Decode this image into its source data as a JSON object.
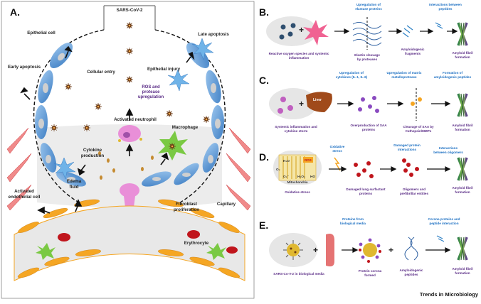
{
  "panelA": {
    "letter": "A.",
    "virus_label": "SARS-CoV-2",
    "epithelial_cell": "Epithelial cell",
    "late_apoptosis": "Late apoptosis",
    "early_apoptosis": "Early apoptosis",
    "cellular_entry": "Cellular entry",
    "epithelial_injury": "Epithelial injury",
    "ros_line1": "ROS and",
    "ros_line2": "protease",
    "ros_line3": "upregulation",
    "activated_neutrophil": "Activated neutrophil",
    "macrophage": "Macrophage",
    "cytokine_line1": "Cytokine",
    "cytokine_line2": "production",
    "edema_line1": "Edema",
    "edema_line2": "fluid",
    "activated_endo_line1": "Activated",
    "activated_endo_line2": "endothelial cell",
    "fibroblast_line1": "Fibroblast",
    "fibroblast_line2": "proliferation",
    "capillary": "Capillary",
    "erythrocyte": "Erythrocyte"
  },
  "panelB": {
    "letter": "B.",
    "top1_line1": "Upregulation of",
    "top1_line2": "elastase proteins",
    "top2_line1": "Interactions between",
    "top2_line2": "peptides",
    "bot1_line1": "Reactive oxygen species and systemic",
    "bot1_line2": "inflammation",
    "bot2_line1": "Elastin cleavage",
    "bot2_line2": "by proteases",
    "bot3_line1": "Amyloidogenic",
    "bot3_line2": "fragments",
    "bot4_line1": "Amyloid fibril",
    "bot4_line2": "formation"
  },
  "panelC": {
    "letter": "C.",
    "liver": "Liver",
    "top1_line1": "Upregulation of",
    "top1_line2": "cytokines (IL-1, IL-6)",
    "top2_line1": "Upregulation of matrix",
    "top2_line2": "metalloprotease",
    "top3_line1": "Formation of",
    "top3_line2": "amyloidogenic peptides",
    "bot1_line1": "Systemic inflammation and",
    "bot1_line2": "cytokine storm",
    "bot2_line1": "Overproduction of SAA",
    "bot2_line2": "proteins",
    "bot3_line1": "Cleavage of SAA by",
    "bot3_line2": "Cathepsin/MMPs",
    "bot4_line1": "Amyloid fibril",
    "bot4_line2": "formation"
  },
  "panelD": {
    "letter": "D.",
    "h2o": "H₂O",
    "ros": "ROS",
    "o2": "O₂",
    "o2minus": "O₂⁻",
    "h2o2": "H₂O₂",
    "ho": "HO",
    "mitochondria": "Mitochondria",
    "top1_line1": "Oxidative",
    "top1_line2": "stress",
    "top2_line1": "Damaged protein",
    "top2_line2": "interactions",
    "top3_line1": "Interactions",
    "top3_line2": "between oligomers",
    "bot1": "Oxidative stress",
    "bot2_line1": "Damaged lung surfactant",
    "bot2_line2": "proteins",
    "bot3_line1": "Oligomers and",
    "bot3_line2": "prefibrillar entities",
    "bot4_line1": "Amyloid fibril",
    "bot4_line2": "formation"
  },
  "panelE": {
    "letter": "E.",
    "top1_line1": "Proteins from",
    "top1_line2": "biological media",
    "top2_line1": "Corona proteins and",
    "top2_line2": "peptide interaction",
    "bot1": "SARS-Co-V-2 in biological media",
    "bot2_line1": "Protein corona",
    "bot2_line2": "formed",
    "bot3_line1": "Amyloidogenic",
    "bot3_line2": "peptides",
    "bot4_line1": "Amyloid fibril",
    "bot4_line2": "formation"
  },
  "footer": {
    "journal": "Trends in Microbiology"
  },
  "colors": {
    "epithelial": "#5b9bd5",
    "neutrophil": "#e98fd8",
    "macrophage": "#7ac943",
    "endothelial": "#f5a623",
    "erythrocyte": "#c0151c",
    "virus": "#6b3a14",
    "panel_bg": "#e6e6e6",
    "blue_text": "#1b6fc2",
    "purple_text": "#5a2c86"
  }
}
